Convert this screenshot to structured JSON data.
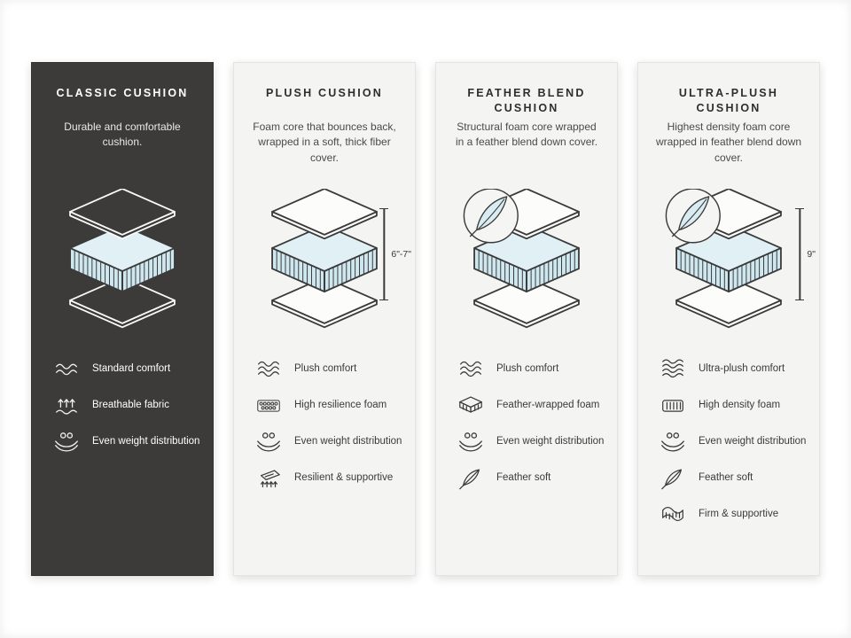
{
  "cards": [
    {
      "id": "classic-cushion",
      "theme": "dark",
      "title": "CLASSIC CUSHION",
      "description": "Durable and comfortable cushion.",
      "height_label": null,
      "feather_badge": false,
      "features": [
        {
          "icon": "waves-icon",
          "label": "Standard comfort"
        },
        {
          "icon": "breathable-icon",
          "label": "Breathable fabric"
        },
        {
          "icon": "weight-distribution-icon",
          "label": "Even weight distribution"
        }
      ]
    },
    {
      "id": "plush-cushion",
      "theme": "light",
      "title": "PLUSH CUSHION",
      "description": "Foam core that bounces back, wrapped in a soft, thick fiber cover.",
      "height_label": "6\"-7\"",
      "feather_badge": false,
      "features": [
        {
          "icon": "waves-icon",
          "label": "Plush comfort"
        },
        {
          "icon": "foam-cells-icon",
          "label": "High resilience foam"
        },
        {
          "icon": "weight-distribution-icon",
          "label": "Even weight distribution"
        },
        {
          "icon": "springs-icon",
          "label": "Resilient & supportive"
        }
      ]
    },
    {
      "id": "feather-blend-cushion",
      "theme": "light",
      "title": "FEATHER BLEND CUSHION",
      "description": "Structural foam core wrapped in a feather blend down cover.",
      "height_label": null,
      "feather_badge": true,
      "features": [
        {
          "icon": "waves-icon",
          "label": "Plush comfort"
        },
        {
          "icon": "foam-block-icon",
          "label": "Feather-wrapped foam"
        },
        {
          "icon": "weight-distribution-icon",
          "label": "Even weight distribution"
        },
        {
          "icon": "feather-icon",
          "label": "Feather soft"
        }
      ]
    },
    {
      "id": "ultra-plush-cushion",
      "theme": "light",
      "title": "ULTRA-PLUSH CUSHION",
      "description": "Highest density foam core wrapped in feather blend down cover.",
      "height_label": "9\"",
      "feather_badge": true,
      "features": [
        {
          "icon": "waves-icon",
          "label": "Ultra-plush comfort"
        },
        {
          "icon": "density-foam-icon",
          "label": "High density foam"
        },
        {
          "icon": "weight-distribution-icon",
          "label": "Even weight distribution"
        },
        {
          "icon": "feather-icon",
          "label": "Feather soft"
        },
        {
          "icon": "firm-supportive-icon",
          "label": "Firm & supportive"
        }
      ]
    }
  ],
  "colors": {
    "dark_card_bg": "#3c3b39",
    "light_card_bg": "#f4f4f2",
    "foam_fill": "#cfe7ee",
    "foam_top_fill": "#e0f0f5",
    "outline": "#3a3a3a"
  }
}
